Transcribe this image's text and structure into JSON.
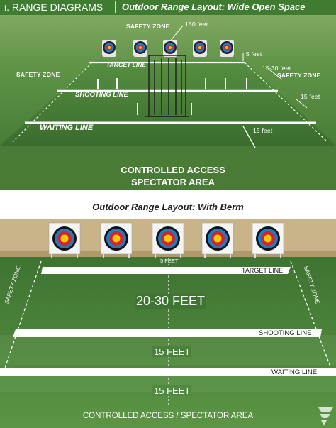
{
  "header": {
    "section_label": "i. RANGE DIAGRAMS",
    "section_title": "Outdoor Range Layout: Wide Open Space"
  },
  "open_space": {
    "safety_zone_top": "SAFETY ZONE",
    "distance_150": "150 feet",
    "distance_5": "5 feet",
    "safety_zone_left": "SAFETY ZONE",
    "distance_15_30": "15-30 feet",
    "safety_zone_right": "SAFETY ZONE",
    "target_line": "TARGET LINE",
    "shooting_line": "SHOOTING LINE",
    "distance_15_right": "15 feet",
    "waiting_line": "WAITING LINE",
    "distance_15_bottom": "15 feet",
    "spectator_line1": "CONTROLLED ACCESS",
    "spectator_line2": "SPECTATOR AREA"
  },
  "berm": {
    "title": "Outdoor Range Layout: With Berm",
    "safety_zone_left": "SAFETY ZONE",
    "safety_zone_right": "SAFETY ZONE",
    "distance_5": "5 FEET",
    "target_line": "TARGET LINE",
    "distance_20_30": "20-30 FEET",
    "shooting_line": "SHOOTING LINE",
    "distance_15_a": "15 FEET",
    "waiting_line": "WAITING LINE",
    "distance_15_b": "15 FEET",
    "spectator_area": "CONTROLLED ACCESS / SPECTATOR AREA"
  },
  "colors": {
    "header_bg": "#4a8a3a",
    "grass_dark": "#3f7a33",
    "grass_light": "#6fa54f",
    "line_white": "#ffffff",
    "berm_sand": "#c9b48a",
    "target_yellow": "#f3c80b",
    "target_red": "#d6232a",
    "target_blue": "#1d7dc4"
  }
}
